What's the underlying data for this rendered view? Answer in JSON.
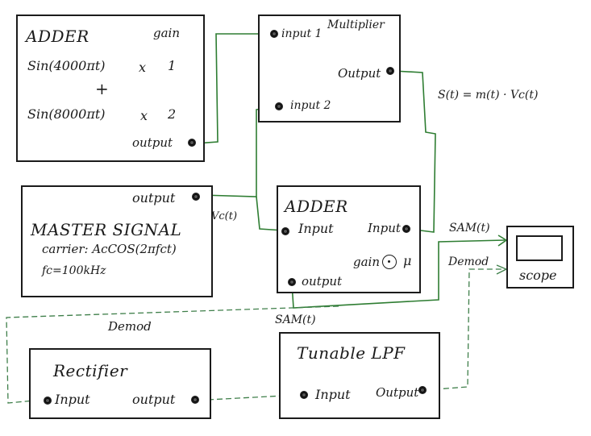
{
  "adder_top": {
    "title": "ADDER",
    "gain_header": "gain",
    "term1": "Sin(4000πt)",
    "times1": "x",
    "gain1": "1",
    "plus": "+",
    "term2": "Sin(8000πt)",
    "times2": "x",
    "gain2": "2",
    "output": "output"
  },
  "multiplier": {
    "title": "Multiplier",
    "input1": "input 1",
    "input2": "input 2",
    "output": "Output"
  },
  "equation": "S(t) = m(t) · Vc(t)",
  "master": {
    "output": "output",
    "title": "MASTER SIGNAL",
    "carrier": "carrier: AcCOS(2πfct)",
    "freq": "fc=100kHz"
  },
  "vc_label": "Vc(t)",
  "adder_mid": {
    "title": "ADDER",
    "input_left": "Input",
    "input_right": "Input",
    "gain": "gain",
    "gain_symbol": "μ",
    "output": "output"
  },
  "sam_label_top": "SAM(t)",
  "demod_label_right": "Demod",
  "scope": {
    "label": "scope"
  },
  "demod_label_left": "Demod",
  "sam_label_mid": "SAM(t)",
  "rectifier": {
    "title": "Rectifier",
    "input": "Input",
    "output": "output"
  },
  "lpf": {
    "title": "Tunable LPF",
    "input": "Input",
    "output": "Output"
  },
  "colors": {
    "wire_solid": "#2e7d32",
    "wire_dashed": "#3f7f4a",
    "ink": "#1b1b1b"
  }
}
